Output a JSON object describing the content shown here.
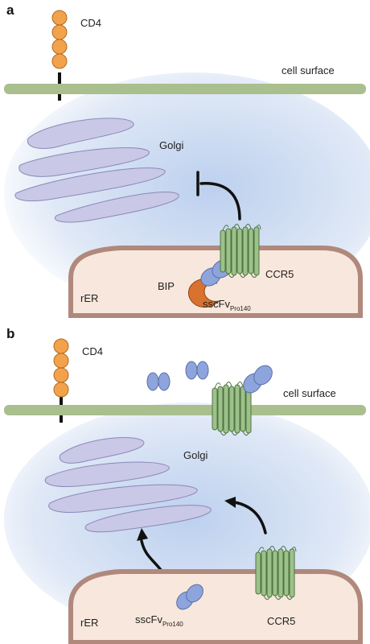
{
  "panels": [
    {
      "letter": "a",
      "labels": {
        "cd4": "CD4",
        "surface": "cell surface",
        "golgi": "Golgi",
        "ccr5": "CCR5",
        "bip": "BIP",
        "rer": "rER",
        "scfv": "sscFv",
        "scfv_sub": "Pro140"
      }
    },
    {
      "letter": "b",
      "labels": {
        "cd4": "CD4",
        "surface": "cell surface",
        "golgi": "Golgi",
        "ccr5": "CCR5",
        "rer": "rER",
        "scfv": "sscFv",
        "scfv_sub": "Pro140"
      }
    }
  ],
  "colors": {
    "membrane": "#a9bf8e",
    "golgi": "#c9c8e6",
    "golgi_stroke": "#8c88b8",
    "er_fill": "#f8e7dc",
    "er_stroke": "#b0897c",
    "cd4_bead": "#f2a24a",
    "antibody": "#8ea4dc",
    "ccr5": "#9dc18a",
    "bip": "#d9722e",
    "arrow": "#111111"
  }
}
